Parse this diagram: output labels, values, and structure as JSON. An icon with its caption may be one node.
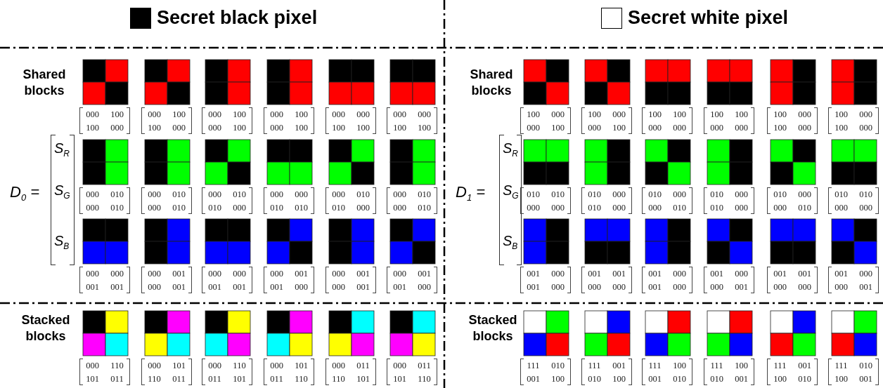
{
  "diagram": {
    "labels": [
      "Shared blocks",
      "000",
      "100",
      "100",
      "000",
      "000",
      "100",
      "100",
      "000",
      "000",
      "100",
      "000",
      "100",
      "000",
      "100",
      "000",
      "100",
      "000",
      "000",
      "100",
      "100",
      "000",
      "000",
      "100",
      "100",
      "D$_{0}$ =",
      "S$_{R}$",
      "S$_{G}$",
      "S$_{B}$",
      "000",
      "010",
      "000",
      "010",
      "000",
      "010",
      "000",
      "010",
      "000",
      "010",
      "010",
      "000",
      "000",
      "000",
      "010",
      "010",
      "000",
      "010",
      "010",
      "000",
      "000",
      "010",
      "000",
      "010",
      "000",
      "000",
      "001",
      "001",
      "000",
      "001",
      "000",
      "001",
      "000",
      "000",
      "001",
      "001",
      "000",
      "001",
      "001",
      "000",
      "000",
      "001",
      "000",
      "001",
      "000",
      "001",
      "001",
      "000",
      "Stacked blocks",
      "000",
      "110",
      "101",
      "011",
      "000",
      "101",
      "110",
      "011",
      "000",
      "110",
      "011",
      "101",
      "000",
      "101",
      "011",
      "110",
      "000",
      "011",
      "110",
      "101",
      "000",
      "011",
      "101",
      "110",
      "Shared blocks",
      "100",
      "000",
      "000",
      "100",
      "100",
      "000",
      "000",
      "100",
      "100",
      "100",
      "000",
      "000",
      "100",
      "100",
      "000",
      "000",
      "100",
      "000",
      "100",
      "000",
      "100",
      "000",
      "100",
      "000",
      "D$_{1}$ =",
      "S$_{R}$",
      "S$_{G}$",
      "S$_{B}$",
      "010",
      "010",
      "000",
      "000",
      "010",
      "000",
      "010",
      "000",
      "010",
      "000",
      "000",
      "010",
      "010",
      "000",
      "010",
      "000",
      "010",
      "000",
      "000",
      "010",
      "010",
      "010",
      "000",
      "000",
      "001",
      "000",
      "001",
      "000",
      "001",
      "001",
      "000",
      "000",
      "001",
      "000",
      "001",
      "000",
      "001",
      "000",
      "000",
      "001",
      "001",
      "001",
      "000",
      "000",
      "001",
      "000",
      "000",
      "001",
      "Stacked blocks",
      "111",
      "010",
      "001",
      "100",
      "111",
      "001",
      "010",
      "100",
      "111",
      "100",
      "001",
      "010",
      "111",
      "100",
      "010",
      "001",
      "111",
      "001",
      "100",
      "010",
      "111",
      "010",
      "100",
      "001"
    ],
    "legend": [
      {
        "text": "Secret black pixel",
        "color": "#000000"
      },
      {
        "text": "Secret white pixel",
        "color": "#ffffff"
      }
    ]
  }
}
